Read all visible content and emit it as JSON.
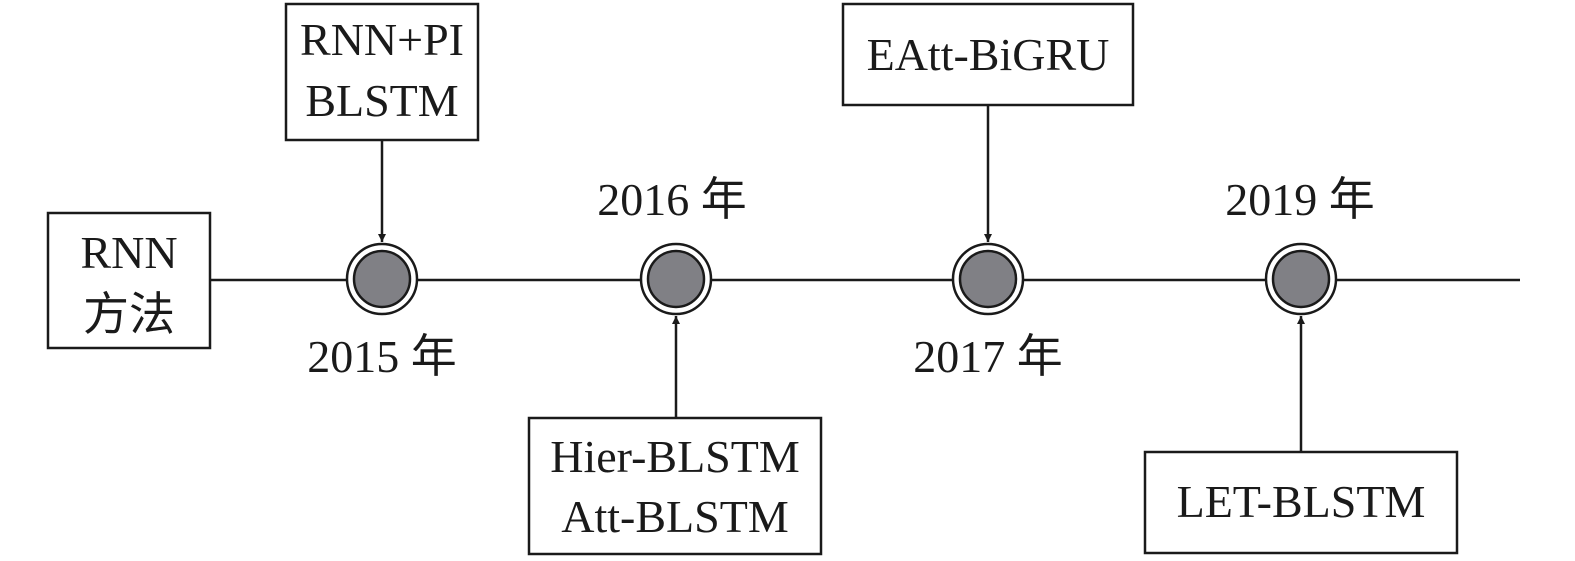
{
  "start_box": {
    "line1": "RNN",
    "line2": "方法"
  },
  "milestones": [
    {
      "year_label": "2015 年"
    },
    {
      "year_label": "2016 年"
    },
    {
      "year_label": "2017 年"
    },
    {
      "year_label": "2019 年"
    }
  ],
  "methods": [
    {
      "line1": "RNN+PI",
      "line2": "BLSTM"
    },
    {
      "line1": "Hier-BLSTM",
      "line2": "Att-BLSTM"
    },
    {
      "line1": "EAtt-BiGRU"
    },
    {
      "line1": "LET-BLSTM"
    }
  ],
  "colors": {
    "line": "#1a1a1a",
    "node_fill": "#808085",
    "background": "#ffffff"
  }
}
